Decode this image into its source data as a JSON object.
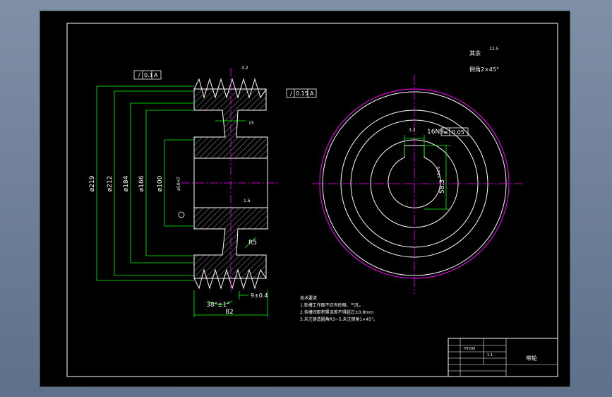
{
  "drawing": {
    "tolerances": {
      "runout_top": "0.1",
      "runout_right": "0.15",
      "datum": "A",
      "keyway_sym": "0.05"
    },
    "dimensions": {
      "d219": "ø219",
      "d212": "ø212",
      "d184": "ø184",
      "d166": "ø166",
      "d100": "ø100",
      "groove_pitch": "15",
      "width": "82",
      "angle": "38°±1°",
      "edge": "9±0.4",
      "radius": "R5",
      "bore_dim": "ø50H7",
      "key_width": "16N9",
      "key_depth": "58.3",
      "key_tol": "+0.2\n0",
      "roughness_main": "3.2",
      "roughness_bore": "1.6",
      "roughness_key": "3.2",
      "roughness_other": "12.5"
    },
    "notes": {
      "rest_label": "其余",
      "chamfer": "倒角2×45°",
      "tech_title": "技术要求",
      "tech_1": "1.轮槽工作面不应有砂眼、气孔。",
      "tech_2": "2.各槽间距积累误差不得超过±0.8mm",
      "tech_3": "3.未注铸造圆角R3~5,未注倒角1×45°。"
    },
    "title_block": {
      "part_name": "带轮",
      "material": "HT200",
      "scale": "1:1"
    }
  }
}
